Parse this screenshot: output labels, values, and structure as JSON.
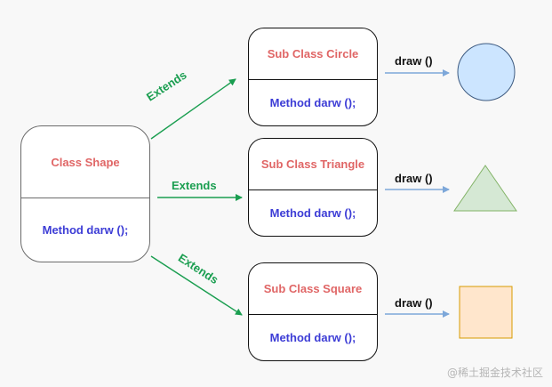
{
  "shape_class": {
    "title": "Class Shape",
    "method": "Method darw ();"
  },
  "subclasses": [
    {
      "title": "Sub Class Circle",
      "method": "Method darw ();",
      "result": "circle"
    },
    {
      "title": "Sub Class Triangle",
      "method": "Method darw ();",
      "result": "triangle"
    },
    {
      "title": "Sub Class Square",
      "method": "Method darw ();",
      "result": "square"
    }
  ],
  "extends_label": "Extends",
  "draw_label": "draw ()",
  "watermark": "@稀土掘金技术社区",
  "colors": {
    "class_title": "#e06666",
    "method_text": "#3d3dd6",
    "extends_arrow": "#1a9e50",
    "draw_arrow": "#7da7d9",
    "circle_fill": "#cce5ff",
    "circle_stroke": "#3d5a80",
    "triangle_fill": "#d5e8d4",
    "triangle_stroke": "#82b366",
    "square_fill": "#ffe6cc",
    "square_stroke": "#d79b00"
  }
}
